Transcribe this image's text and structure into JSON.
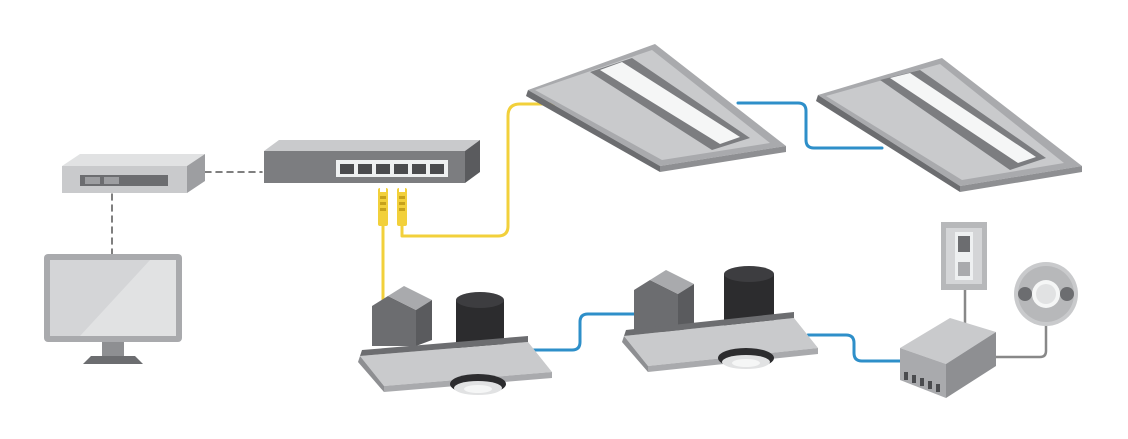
{
  "diagram": {
    "components": [
      {
        "id": "router",
        "icon": "router-icon"
      },
      {
        "id": "monitor",
        "icon": "monitor-icon"
      },
      {
        "id": "poe-switch",
        "icon": "network-switch-icon",
        "ports": 6
      },
      {
        "id": "troffer-1",
        "icon": "led-troffer-icon"
      },
      {
        "id": "troffer-2",
        "icon": "led-troffer-icon"
      },
      {
        "id": "downlight-1",
        "icon": "recessed-downlight-icon"
      },
      {
        "id": "downlight-2",
        "icon": "recessed-downlight-icon"
      },
      {
        "id": "gateway-box",
        "icon": "gateway-box-icon"
      },
      {
        "id": "wall-switch",
        "icon": "wall-switch-icon"
      },
      {
        "id": "ceiling-sensor",
        "icon": "occupancy-sensor-icon"
      }
    ],
    "connections": [
      {
        "from": "router",
        "to": "poe-switch",
        "style": "dashed",
        "color": "#555555"
      },
      {
        "from": "router",
        "to": "monitor",
        "style": "dashed",
        "color": "#555555"
      },
      {
        "from": "poe-switch",
        "to": "troffer-1",
        "style": "solid",
        "color": "#f2d03b"
      },
      {
        "from": "poe-switch",
        "to": "downlight-1",
        "style": "solid",
        "color": "#f2d03b"
      },
      {
        "from": "troffer-1",
        "to": "troffer-2",
        "style": "solid",
        "color": "#2e8fc9"
      },
      {
        "from": "downlight-1",
        "to": "downlight-2",
        "style": "solid",
        "color": "#2e8fc9"
      },
      {
        "from": "downlight-2",
        "to": "gateway-box",
        "style": "solid",
        "color": "#2e8fc9"
      },
      {
        "from": "gateway-box",
        "to": "wall-switch",
        "style": "solid",
        "color": "#888888"
      },
      {
        "from": "gateway-box",
        "to": "ceiling-sensor",
        "style": "solid",
        "color": "#888888"
      }
    ],
    "colors": {
      "ethernet": "#f2d03b",
      "lighting_bus": "#2e8fc9",
      "data_link": "#555555",
      "device_body": "#b7b8ba",
      "device_dark": "#6c6d70",
      "accent_black": "#2c2c2e"
    }
  }
}
